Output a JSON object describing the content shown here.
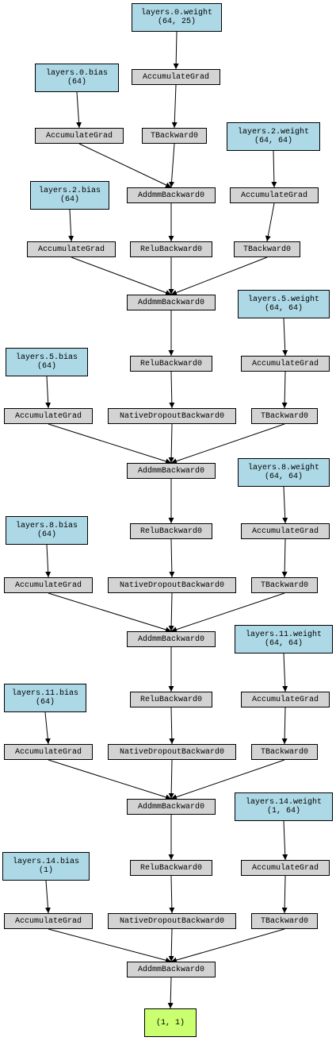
{
  "graph": {
    "colors": {
      "parameter_fill": "#add8e6",
      "operation_fill": "#d3d3d3",
      "output_fill": "#caff70",
      "edge": "#000000"
    },
    "nodes": [
      {
        "id": "p0w",
        "kind": "param",
        "lines": [
          "layers.0.weight",
          "(64, 25)"
        ]
      },
      {
        "id": "p0b",
        "kind": "param",
        "lines": [
          "layers.0.bias",
          "(64)"
        ]
      },
      {
        "id": "ag0w",
        "kind": "op",
        "lines": [
          "AccumulateGrad"
        ]
      },
      {
        "id": "ag0b",
        "kind": "op",
        "lines": [
          "AccumulateGrad"
        ]
      },
      {
        "id": "t0",
        "kind": "op",
        "lines": [
          "TBackward0"
        ]
      },
      {
        "id": "p2w",
        "kind": "param",
        "lines": [
          "layers.2.weight",
          "(64, 64)"
        ]
      },
      {
        "id": "p2b",
        "kind": "param",
        "lines": [
          "layers.2.bias",
          "(64)"
        ]
      },
      {
        "id": "addmm0",
        "kind": "op",
        "lines": [
          "AddmmBackward0"
        ]
      },
      {
        "id": "ag2w",
        "kind": "op",
        "lines": [
          "AccumulateGrad"
        ]
      },
      {
        "id": "ag2b",
        "kind": "op",
        "lines": [
          "AccumulateGrad"
        ]
      },
      {
        "id": "relu0",
        "kind": "op",
        "lines": [
          "ReluBackward0"
        ]
      },
      {
        "id": "t2",
        "kind": "op",
        "lines": [
          "TBackward0"
        ]
      },
      {
        "id": "addmm2",
        "kind": "op",
        "lines": [
          "AddmmBackward0"
        ]
      },
      {
        "id": "p5w",
        "kind": "param",
        "lines": [
          "layers.5.weight",
          "(64, 64)"
        ]
      },
      {
        "id": "p5b",
        "kind": "param",
        "lines": [
          "layers.5.bias",
          "(64)"
        ]
      },
      {
        "id": "relu2",
        "kind": "op",
        "lines": [
          "ReluBackward0"
        ]
      },
      {
        "id": "ag5w",
        "kind": "op",
        "lines": [
          "AccumulateGrad"
        ]
      },
      {
        "id": "ag5b",
        "kind": "op",
        "lines": [
          "AccumulateGrad"
        ]
      },
      {
        "id": "drop2",
        "kind": "op",
        "lines": [
          "NativeDropoutBackward0"
        ]
      },
      {
        "id": "t5",
        "kind": "op",
        "lines": [
          "TBackward0"
        ]
      },
      {
        "id": "addmm5",
        "kind": "op",
        "lines": [
          "AddmmBackward0"
        ]
      },
      {
        "id": "p8w",
        "kind": "param",
        "lines": [
          "layers.8.weight",
          "(64, 64)"
        ]
      },
      {
        "id": "p8b",
        "kind": "param",
        "lines": [
          "layers.8.bias",
          "(64)"
        ]
      },
      {
        "id": "relu5",
        "kind": "op",
        "lines": [
          "ReluBackward0"
        ]
      },
      {
        "id": "ag8w",
        "kind": "op",
        "lines": [
          "AccumulateGrad"
        ]
      },
      {
        "id": "ag8b",
        "kind": "op",
        "lines": [
          "AccumulateGrad"
        ]
      },
      {
        "id": "drop5",
        "kind": "op",
        "lines": [
          "NativeDropoutBackward0"
        ]
      },
      {
        "id": "t8",
        "kind": "op",
        "lines": [
          "TBackward0"
        ]
      },
      {
        "id": "addmm8",
        "kind": "op",
        "lines": [
          "AddmmBackward0"
        ]
      },
      {
        "id": "p11w",
        "kind": "param",
        "lines": [
          "layers.11.weight",
          "(64, 64)"
        ]
      },
      {
        "id": "p11b",
        "kind": "param",
        "lines": [
          "layers.11.bias",
          "(64)"
        ]
      },
      {
        "id": "relu8",
        "kind": "op",
        "lines": [
          "ReluBackward0"
        ]
      },
      {
        "id": "ag11w",
        "kind": "op",
        "lines": [
          "AccumulateGrad"
        ]
      },
      {
        "id": "ag11b",
        "kind": "op",
        "lines": [
          "AccumulateGrad"
        ]
      },
      {
        "id": "drop8",
        "kind": "op",
        "lines": [
          "NativeDropoutBackward0"
        ]
      },
      {
        "id": "t11",
        "kind": "op",
        "lines": [
          "TBackward0"
        ]
      },
      {
        "id": "addmm11",
        "kind": "op",
        "lines": [
          "AddmmBackward0"
        ]
      },
      {
        "id": "p14w",
        "kind": "param",
        "lines": [
          "layers.14.weight",
          "(1, 64)"
        ]
      },
      {
        "id": "p14b",
        "kind": "param",
        "lines": [
          "layers.14.bias",
          "(1)"
        ]
      },
      {
        "id": "relu11",
        "kind": "op",
        "lines": [
          "ReluBackward0"
        ]
      },
      {
        "id": "ag14w",
        "kind": "op",
        "lines": [
          "AccumulateGrad"
        ]
      },
      {
        "id": "ag14b",
        "kind": "op",
        "lines": [
          "AccumulateGrad"
        ]
      },
      {
        "id": "drop11",
        "kind": "op",
        "lines": [
          "NativeDropoutBackward0"
        ]
      },
      {
        "id": "t14",
        "kind": "op",
        "lines": [
          "TBackward0"
        ]
      },
      {
        "id": "addmm14",
        "kind": "op",
        "lines": [
          "AddmmBackward0"
        ]
      },
      {
        "id": "out",
        "kind": "out",
        "lines": [
          "(1, 1)"
        ]
      }
    ],
    "edges": [
      [
        "p0w",
        "ag0w"
      ],
      [
        "p0b",
        "ag0b"
      ],
      [
        "ag0w",
        "t0"
      ],
      [
        "ag0b",
        "addmm0"
      ],
      [
        "t0",
        "addmm0"
      ],
      [
        "p2w",
        "ag2w"
      ],
      [
        "p2b",
        "ag2b"
      ],
      [
        "ag2w",
        "t2"
      ],
      [
        "addmm0",
        "relu0"
      ],
      [
        "ag2b",
        "addmm2"
      ],
      [
        "relu0",
        "addmm2"
      ],
      [
        "t2",
        "addmm2"
      ],
      [
        "addmm2",
        "relu2"
      ],
      [
        "p5w",
        "ag5w"
      ],
      [
        "p5b",
        "ag5b"
      ],
      [
        "relu2",
        "drop2"
      ],
      [
        "ag5w",
        "t5"
      ],
      [
        "ag5b",
        "addmm5"
      ],
      [
        "drop2",
        "addmm5"
      ],
      [
        "t5",
        "addmm5"
      ],
      [
        "addmm5",
        "relu5"
      ],
      [
        "p8w",
        "ag8w"
      ],
      [
        "p8b",
        "ag8b"
      ],
      [
        "relu5",
        "drop5"
      ],
      [
        "ag8w",
        "t8"
      ],
      [
        "ag8b",
        "addmm8"
      ],
      [
        "drop5",
        "addmm8"
      ],
      [
        "t8",
        "addmm8"
      ],
      [
        "addmm8",
        "relu8"
      ],
      [
        "p11w",
        "ag11w"
      ],
      [
        "p11b",
        "ag11b"
      ],
      [
        "relu8",
        "drop8"
      ],
      [
        "ag11w",
        "t11"
      ],
      [
        "ag11b",
        "addmm11"
      ],
      [
        "drop8",
        "addmm11"
      ],
      [
        "t11",
        "addmm11"
      ],
      [
        "addmm11",
        "relu11"
      ],
      [
        "p14w",
        "ag14w"
      ],
      [
        "p14b",
        "ag14b"
      ],
      [
        "relu11",
        "drop11"
      ],
      [
        "ag14w",
        "t14"
      ],
      [
        "ag14b",
        "addmm14"
      ],
      [
        "drop11",
        "addmm14"
      ],
      [
        "t14",
        "addmm14"
      ],
      [
        "addmm14",
        "out"
      ]
    ]
  }
}
